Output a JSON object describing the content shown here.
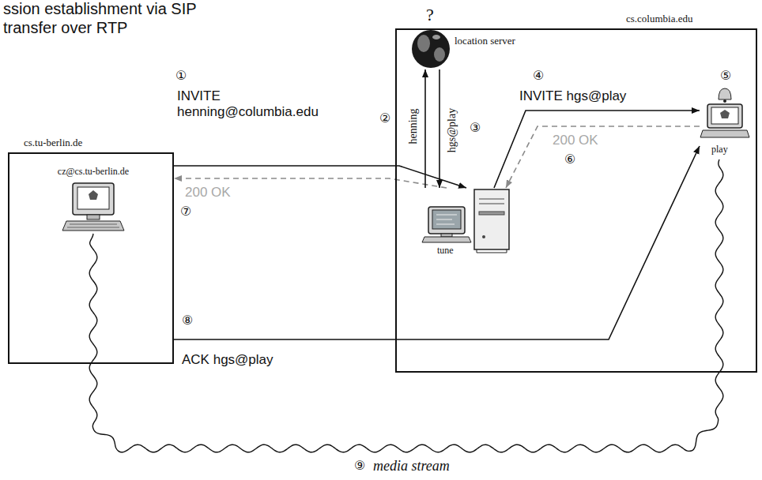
{
  "diagram": {
    "nodes": [
      {
        "text": [
          "cs.tu-berlin.de"
        ]
      },
      {
        "text": [
          "cz@cs.tu-berlin.de"
        ],
        "in": 0
      },
      {
        "text": [
          "cs.columbia.edu"
        ]
      },
      {
        "text": [
          "location server"
        ],
        "in": 2
      },
      {
        "text": [
          "tune"
        ],
        "in": 2
      },
      {
        "text": [
          "play"
        ],
        "in": 2
      }
    ],
    "edges": [
      {
        "from": 0,
        "to": 4,
        "arrow": "to",
        "label": "INVITE henning@columbia.edu"
      },
      {
        "from": 4,
        "to": 0,
        "arrow": "to",
        "label": "200 OK"
      },
      {
        "from": 4,
        "to": 3,
        "arrow": "to",
        "label": "henning"
      },
      {
        "from": 3,
        "to": 4,
        "arrow": "to",
        "label": "hgs@play"
      },
      {
        "from": 4,
        "to": 5,
        "arrow": "to",
        "label": "INVITE hgs@play"
      },
      {
        "from": 5,
        "to": 4,
        "arrow": "to",
        "label": "200 OK"
      },
      {
        "from": 0,
        "to": 5,
        "arrow": "to",
        "label": "ACK hgs@play"
      },
      {
        "from": 1,
        "to": 5,
        "arrow": "none",
        "label": "media stream"
      }
    ],
    "labels": [
      "ssion establishment via SIP",
      "transfer over RTP",
      "①",
      "?",
      "②",
      "③",
      "④",
      "⑤",
      "⑥",
      "⑦",
      "⑧",
      "⑨"
    ]
  }
}
